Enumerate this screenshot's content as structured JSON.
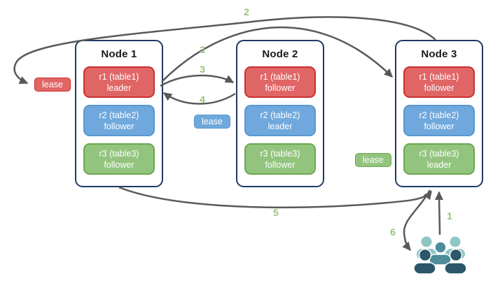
{
  "diagram": {
    "nodes": [
      {
        "title": "Node 1",
        "replicas": [
          {
            "name": "r1 (table1)",
            "role": "leader",
            "color": "red"
          },
          {
            "name": "r2 (table2)",
            "role": "follower",
            "color": "blue"
          },
          {
            "name": "r3 (table3)",
            "role": "follower",
            "color": "green"
          }
        ]
      },
      {
        "title": "Node 2",
        "replicas": [
          {
            "name": "r1 (table1)",
            "role": "follower",
            "color": "red"
          },
          {
            "name": "r2 (table2)",
            "role": "leader",
            "color": "blue"
          },
          {
            "name": "r3 (table3)",
            "role": "follower",
            "color": "green"
          }
        ]
      },
      {
        "title": "Node 3",
        "replicas": [
          {
            "name": "r1 (table1)",
            "role": "follower",
            "color": "red"
          },
          {
            "name": "r2 (table2)",
            "role": "follower",
            "color": "blue"
          },
          {
            "name": "r3 (table3)",
            "role": "leader",
            "color": "green"
          }
        ]
      }
    ],
    "leases": [
      {
        "label": "lease",
        "color": "red"
      },
      {
        "label": "lease",
        "color": "blue"
      },
      {
        "label": "lease",
        "color": "green"
      }
    ],
    "steps": {
      "s1": "1",
      "s2": "2",
      "s3a": "3",
      "s3b": "3",
      "s4": "4",
      "s5": "5",
      "s6": "6"
    },
    "icons": {
      "users_group": "users-group-icon"
    },
    "colors": {
      "replica_red": "#e06666",
      "replica_blue": "#6fa8dc",
      "replica_green": "#93c47d",
      "node_border": "#1f3864",
      "arrow": "#595959",
      "step_label": "#93c47d",
      "users_light_teal": "#8fc6c5",
      "users_medium_teal": "#4e8d9c",
      "users_dark_teal": "#2b5769"
    }
  }
}
